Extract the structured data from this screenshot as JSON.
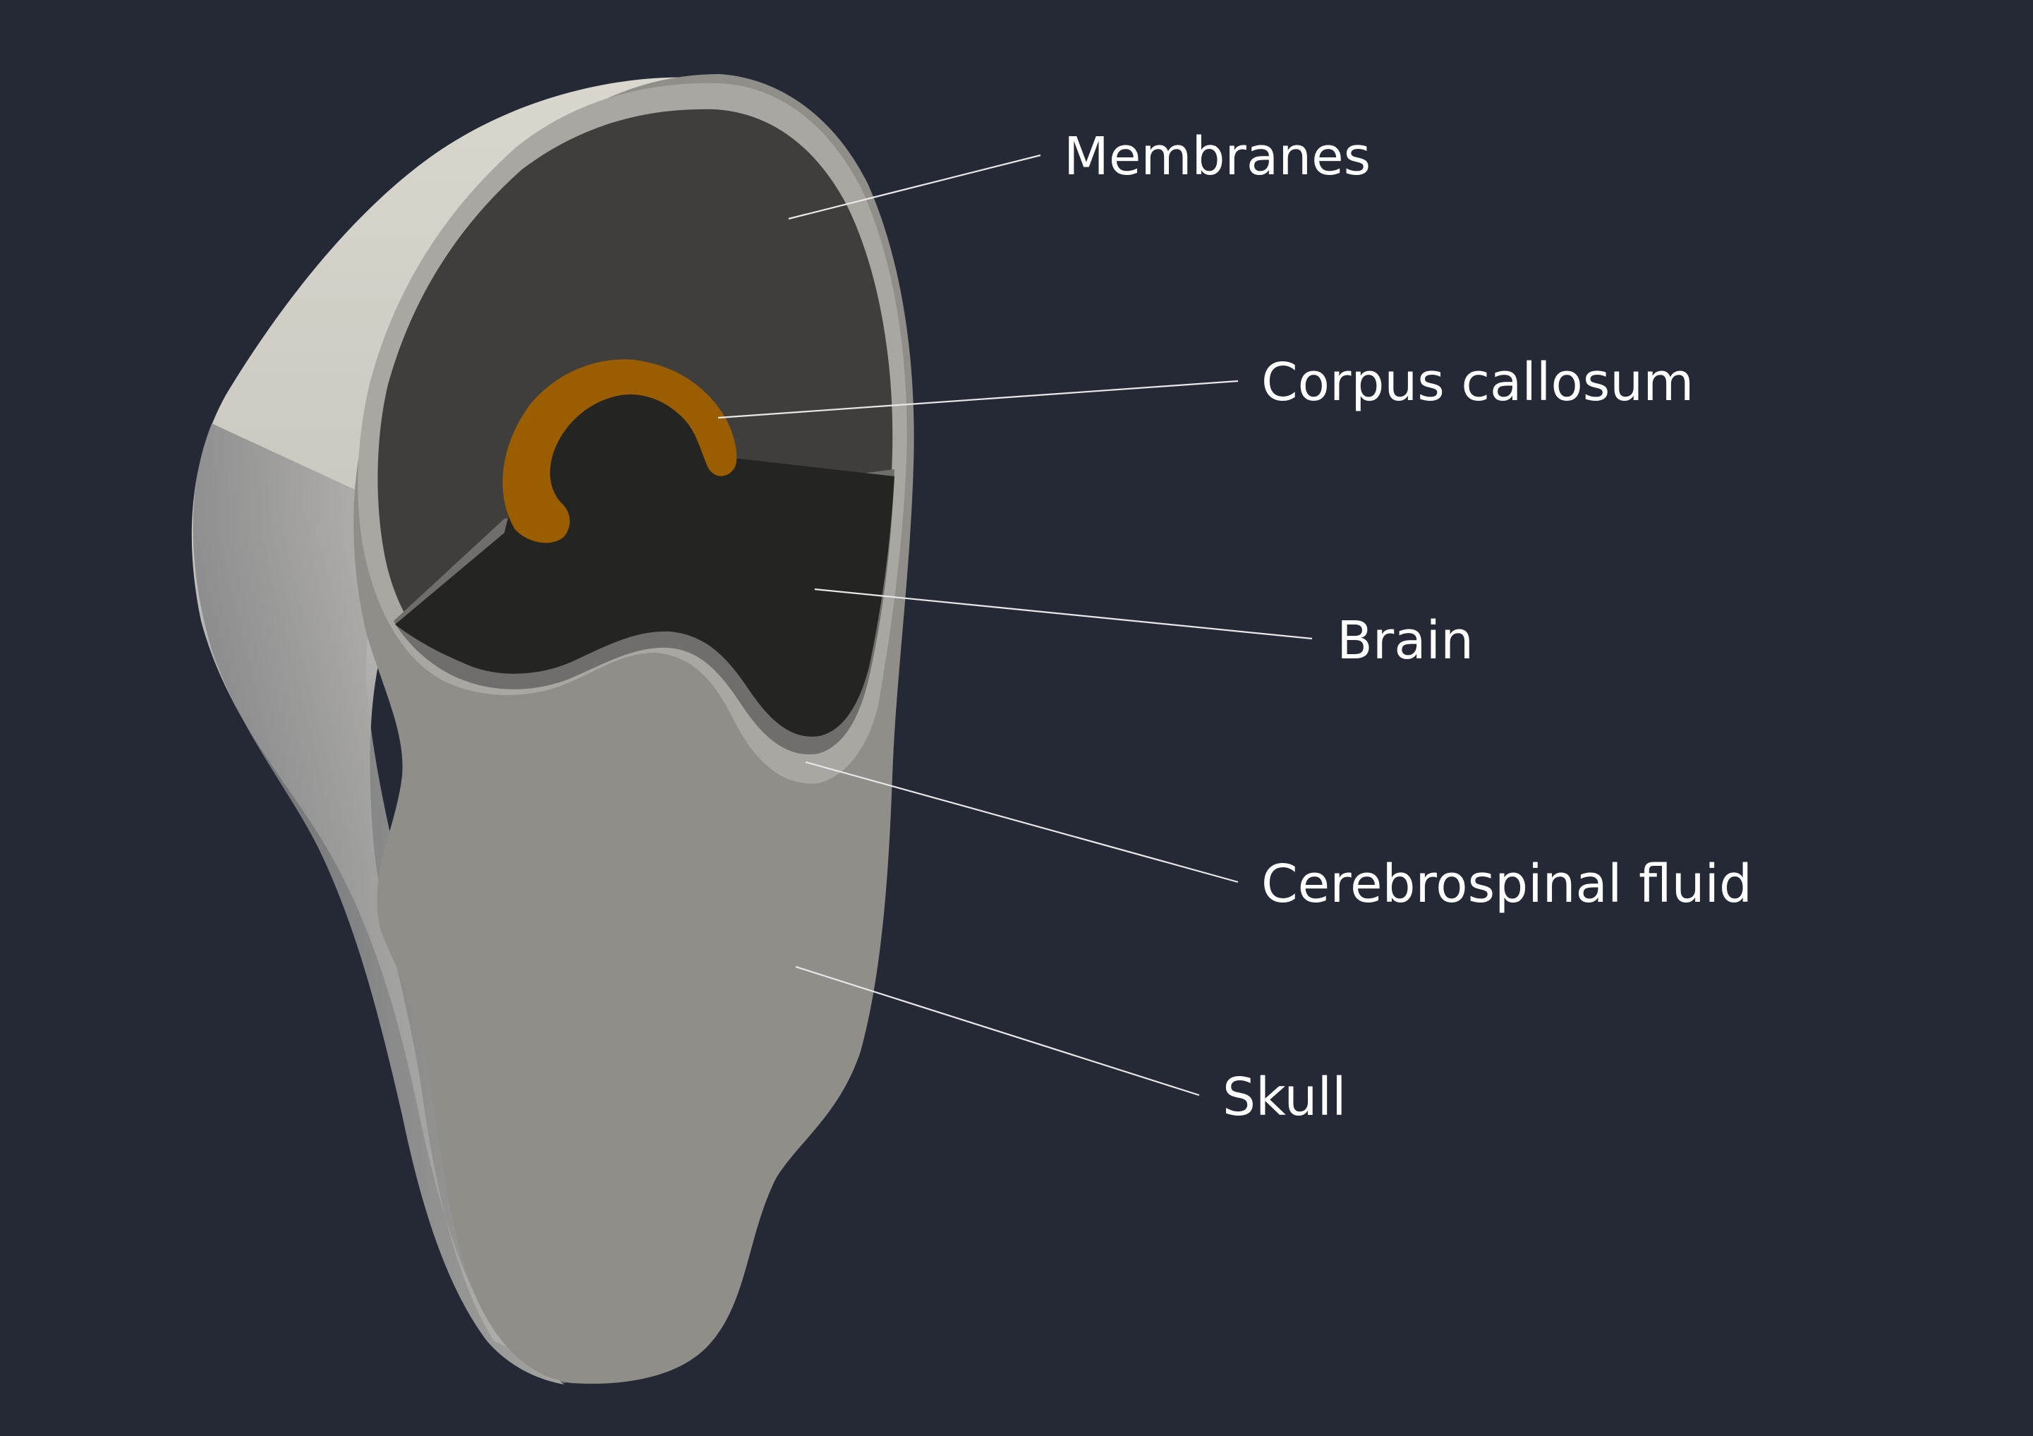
{
  "labels": {
    "membranes": "Membranes",
    "corpus_callosum": "Corpus callosum",
    "brain": "Brain",
    "cerebrospinal_fluid": "Cerebrospinal fluid",
    "skull": "Skull"
  },
  "colors": {
    "background": "#242935",
    "skull_section": "#8f8e88",
    "skull_outer_light": "#d8d5cc",
    "skull_outer_shadow": "#6b6c70",
    "membranes": "#403e3c",
    "brain": "#242422",
    "csf_ring": "#8a8984",
    "corpus_callosum": "#9a5e00",
    "leader_line": "#e8e8e8",
    "label_text": "#ffffff"
  }
}
